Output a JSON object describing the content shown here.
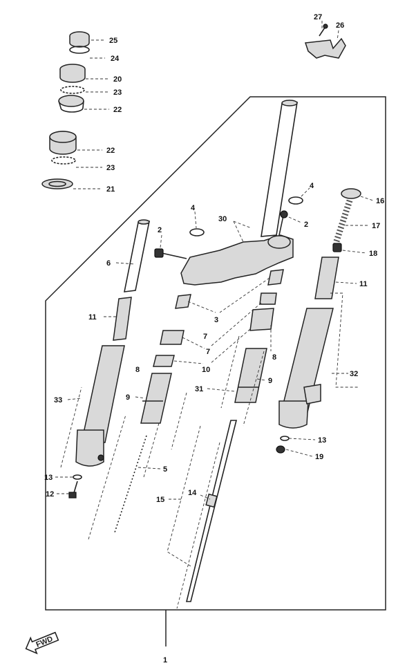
{
  "labels": {
    "l1": "1",
    "l2a": "2",
    "l2b": "2",
    "l3": "3",
    "l4a": "4",
    "l4b": "4",
    "l5": "5",
    "l6": "6",
    "l7a": "7",
    "l7b": "7",
    "l8a": "8",
    "l8b": "8",
    "l9a": "9",
    "l9b": "9",
    "l10": "10",
    "l11a": "11",
    "l11b": "11",
    "l12": "12",
    "l13a": "13",
    "l13b": "13",
    "l14": "14",
    "l15": "15",
    "l16": "16",
    "l17": "17",
    "l18": "18",
    "l19": "19",
    "l20": "20",
    "l21": "21",
    "l22a": "22",
    "l22b": "22",
    "l23a": "23",
    "l23b": "23",
    "l24": "24",
    "l25": "25",
    "l26": "26",
    "l27": "27",
    "l30": "30",
    "l31": "31",
    "l32": "32",
    "l33": "33"
  },
  "fwd_badge": "FWD"
}
